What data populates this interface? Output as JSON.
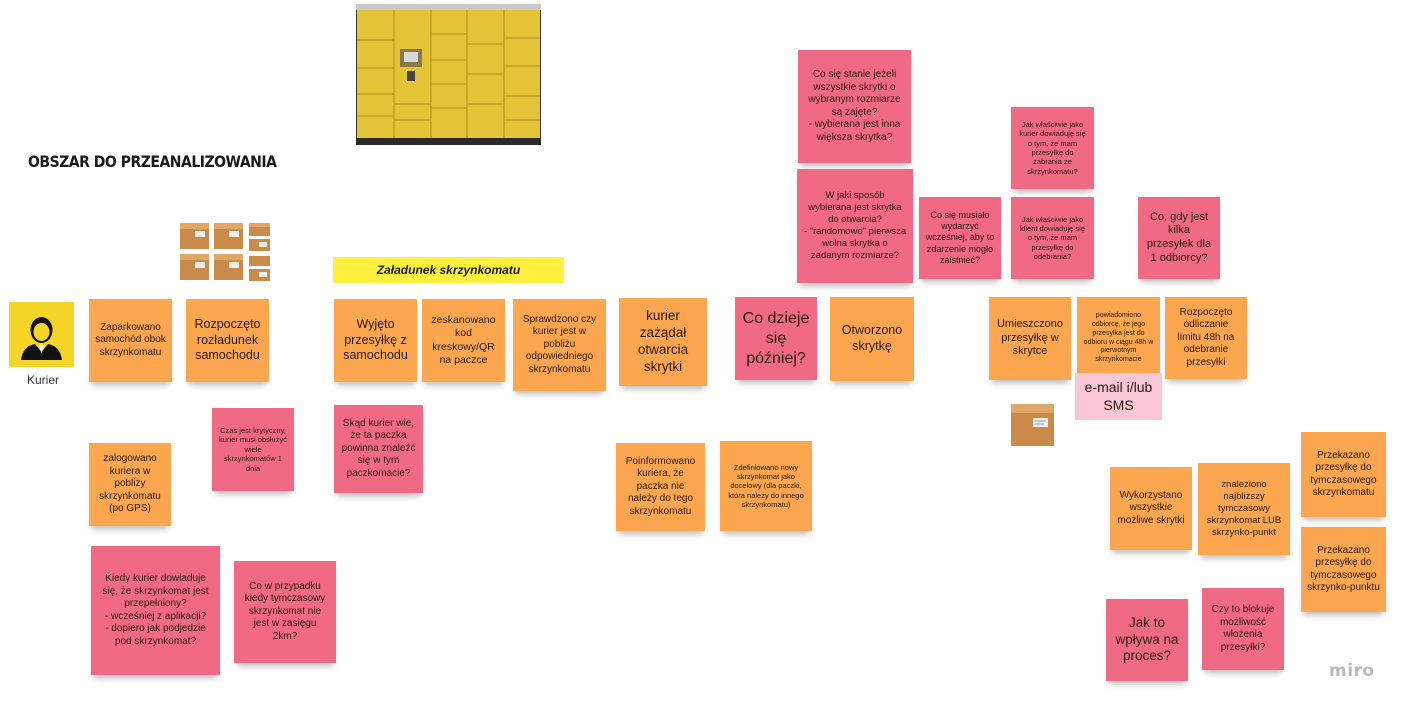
{
  "board_title": "OBSZAR DO PRZEANALIZOWANIA",
  "section_label": "Załadunek skrzynkomatu",
  "courier_label": "Kurier",
  "watermark": "miro",
  "colors": {
    "orange": "#fca64f",
    "pink": "#f06a86",
    "light_pink": "#f8c6d6",
    "yellow": "#fff13e"
  },
  "icons": [
    "user-avatar-icon",
    "package-icon",
    "parcel-locker-image"
  ],
  "notes": {
    "parked": "Zaparkowano samochód obok skrzynkomatu",
    "unload_start": "Rozpoczęto rozładunek samochodu",
    "took_parcel": "Wyjęto przesyłkę z samochodu",
    "scanned": "zeskanowano kod kreskowy/QR na paczce",
    "checked_courier": "Sprawdzono czy kurier jest w pobliżu odpowiedniego skrzynkomatu",
    "requested_open": "kurier zażądał otwarcia skrytki",
    "what_next": "Co dzieje się później?",
    "opened": "Otworzono skrytkę",
    "placed": "Umieszczono przesyłkę w skrytce",
    "notified": "powiadomiono odbiorcę, że jego przesyłka jest do odbioru w ciągu 48h w pierwotnym skrzynkomacie",
    "countdown": "Rozpoczęto odliczanie limitu 48h na odebranie przesyłki",
    "email_sms": "e-mail i/lub SMS",
    "logged_gps": "zalogowano kuriera w pobliży skrzynkomatu (po GPS)",
    "time_critical": "Czas jest krytyczny, kurier musi obsłużyć wiele skrzynkomatów 1 dnia",
    "how_knows": "Skąd kurier wie, że ta paczka powinna znaleźć się w tym paczkomacie?",
    "informed": "Poinformowano kuriera, że paczka nie należy do tego skrzynkomatu",
    "defined_new": "Zdefiniowano nowy skrzynkomat jako docelowy (dla paczki, która należy do innego skrzynkomatu)",
    "when_full": "Kiedy kurier dowiaduje się, że skrzynkomat jest przepełniony?\n- wcześniej z aplikacji?\n- dopiero jak podjedzie pod skrzynkomat?",
    "temp_far": "Co w przypadku kiedy tymczasowy skrzynkomat nie jest w zasięgu 2km?",
    "all_occupied": "Co się stanie jeżeli wszystkie skrytki o wybranym rozmiarze są zajęte?\n- wybierana jest inna większa skrytka?",
    "how_chosen": "W jaki sposób wybierana jest skrytka do otwarcia?\n- \"randomowo\" pierwsza wolna skrytka o zadanym rozmiarze?",
    "what_happened": "Co się musiało wydarzyć wcześniej, aby to zdarzenie mogło zaistnieć?",
    "courier_learns": "Jak właściwie jako kurier dowiaduję się o tym, że mam przesyłkę do zabrania ze skrzynkomatu?",
    "client_learns": "Jak właściwie jako klient dowiaduję się o tym, że mam przesyłkę do odebrania?",
    "multiple": "Co, gdy jest kilka przesyłek dla 1 odbiorcy?",
    "all_used": "Wykorzystano wszystkie możliwe skrytki",
    "found_temp": "znaleziono najbliższy tymczasowy skrzynkomat LUB skrzynko-punkt",
    "handed_temp_locker": "Przekazano przesyłkę do tymczasowego skrzynkomatu",
    "handed_temp_point": "Przekazano przesyłkę do tymczasowego skrzynko-punktu",
    "impact": "Jak to wpływa na proces?",
    "blocks": "Czy to blokuje możliwość włożenia przesyłki?"
  }
}
